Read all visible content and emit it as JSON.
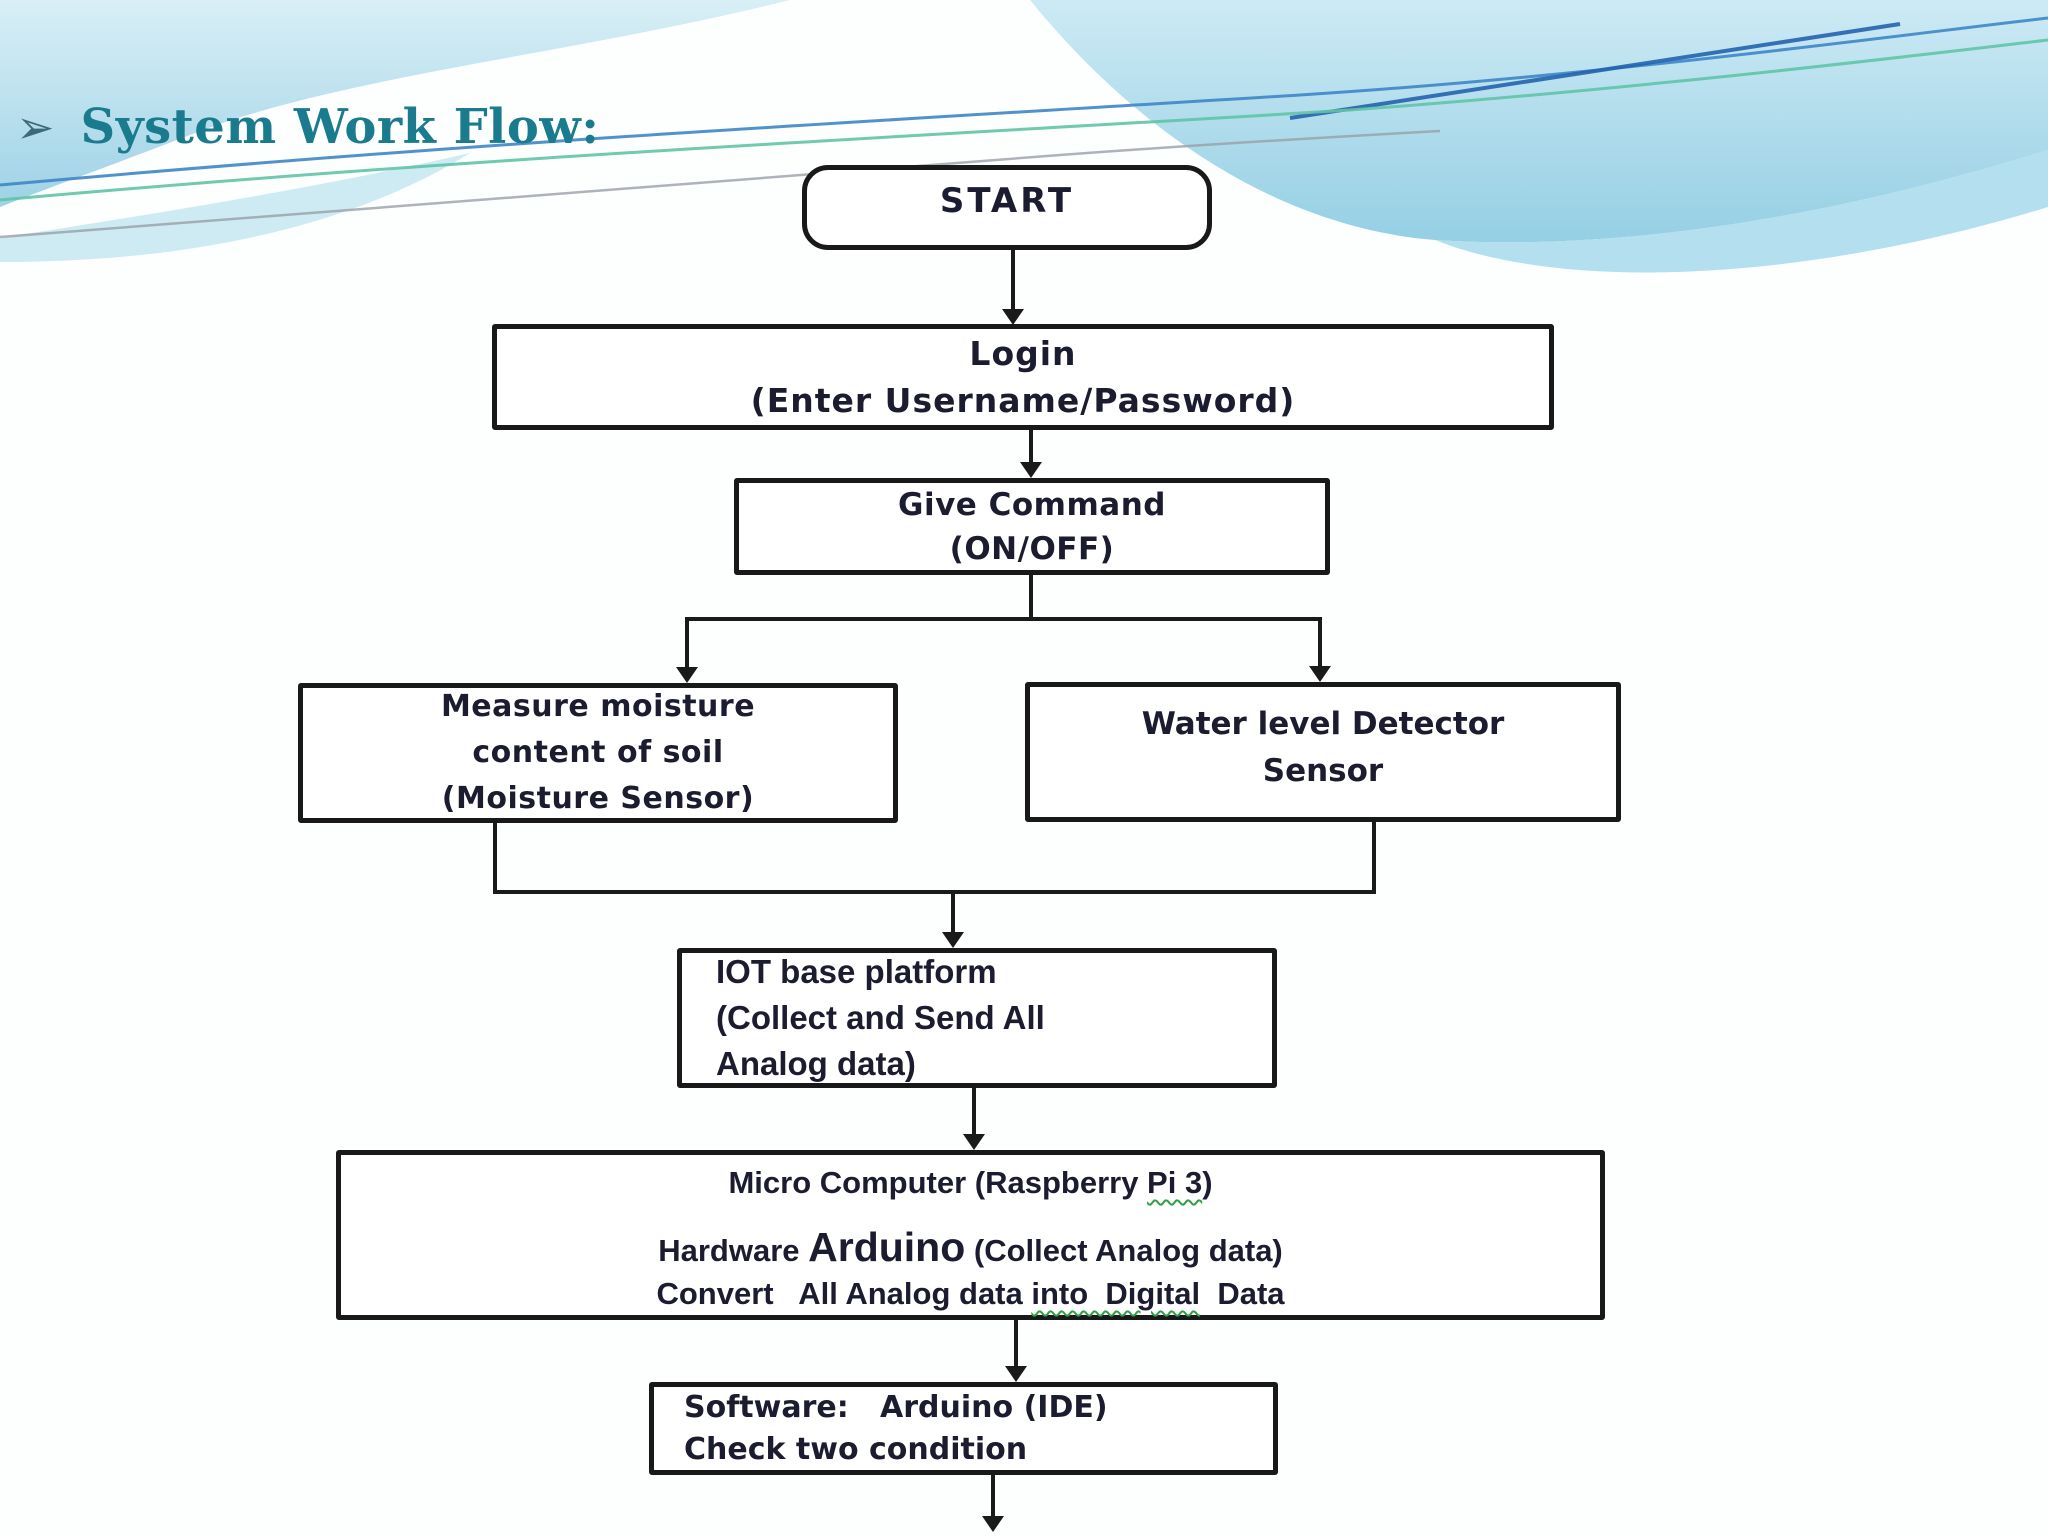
{
  "slide": {
    "bullet_icon": "➢",
    "title": "System Work Flow:"
  },
  "colors": {
    "title_teal": "#1a7b8e",
    "sky_top": "#d9eff6",
    "sky_bottom": "#9ed2e6",
    "band_blue": "#b3dfee",
    "accent_line_blue": "#3e86c8",
    "accent_line_dark_blue": "#2563ae",
    "accent_line_green": "#5fc4a6",
    "accent_line_gray": "#98a0a6",
    "box_border": "#191919",
    "box_text": "#1c1c30",
    "spellcheck_squiggle": "#2f9e44"
  },
  "flowchart": {
    "start": {
      "label": "START"
    },
    "login": {
      "line1": "Login",
      "line2": "(Enter Username/Password)"
    },
    "give_command": {
      "line1": "Give Command",
      "line2": "(ON/OFF)"
    },
    "measure_moisture": {
      "line1": "Measure moisture",
      "line2": "content of soil",
      "line3": "(Moisture Sensor)"
    },
    "water_level": {
      "line1": "Water level Detector",
      "line2": "Sensor"
    },
    "iot_platform": {
      "line1": "IOT base platform",
      "line2": "(Collect and Send All",
      "line3": "Analog data)"
    },
    "micro_computer": {
      "line1_pre": "Micro Computer (Raspberry ",
      "line1_flagged": "Pi 3",
      "line1_post": ")",
      "line2_pre": "Hardware ",
      "line2_emphasis": "Arduino",
      "line2_post": " (Collect Analog data)",
      "line3_pre": "Convert   All Analog data ",
      "line3_flagged": "into  Digital",
      "line3_post": "  Data"
    },
    "software": {
      "line1": "Software:   Arduino (IDE)",
      "line2": "Check two condition"
    }
  }
}
